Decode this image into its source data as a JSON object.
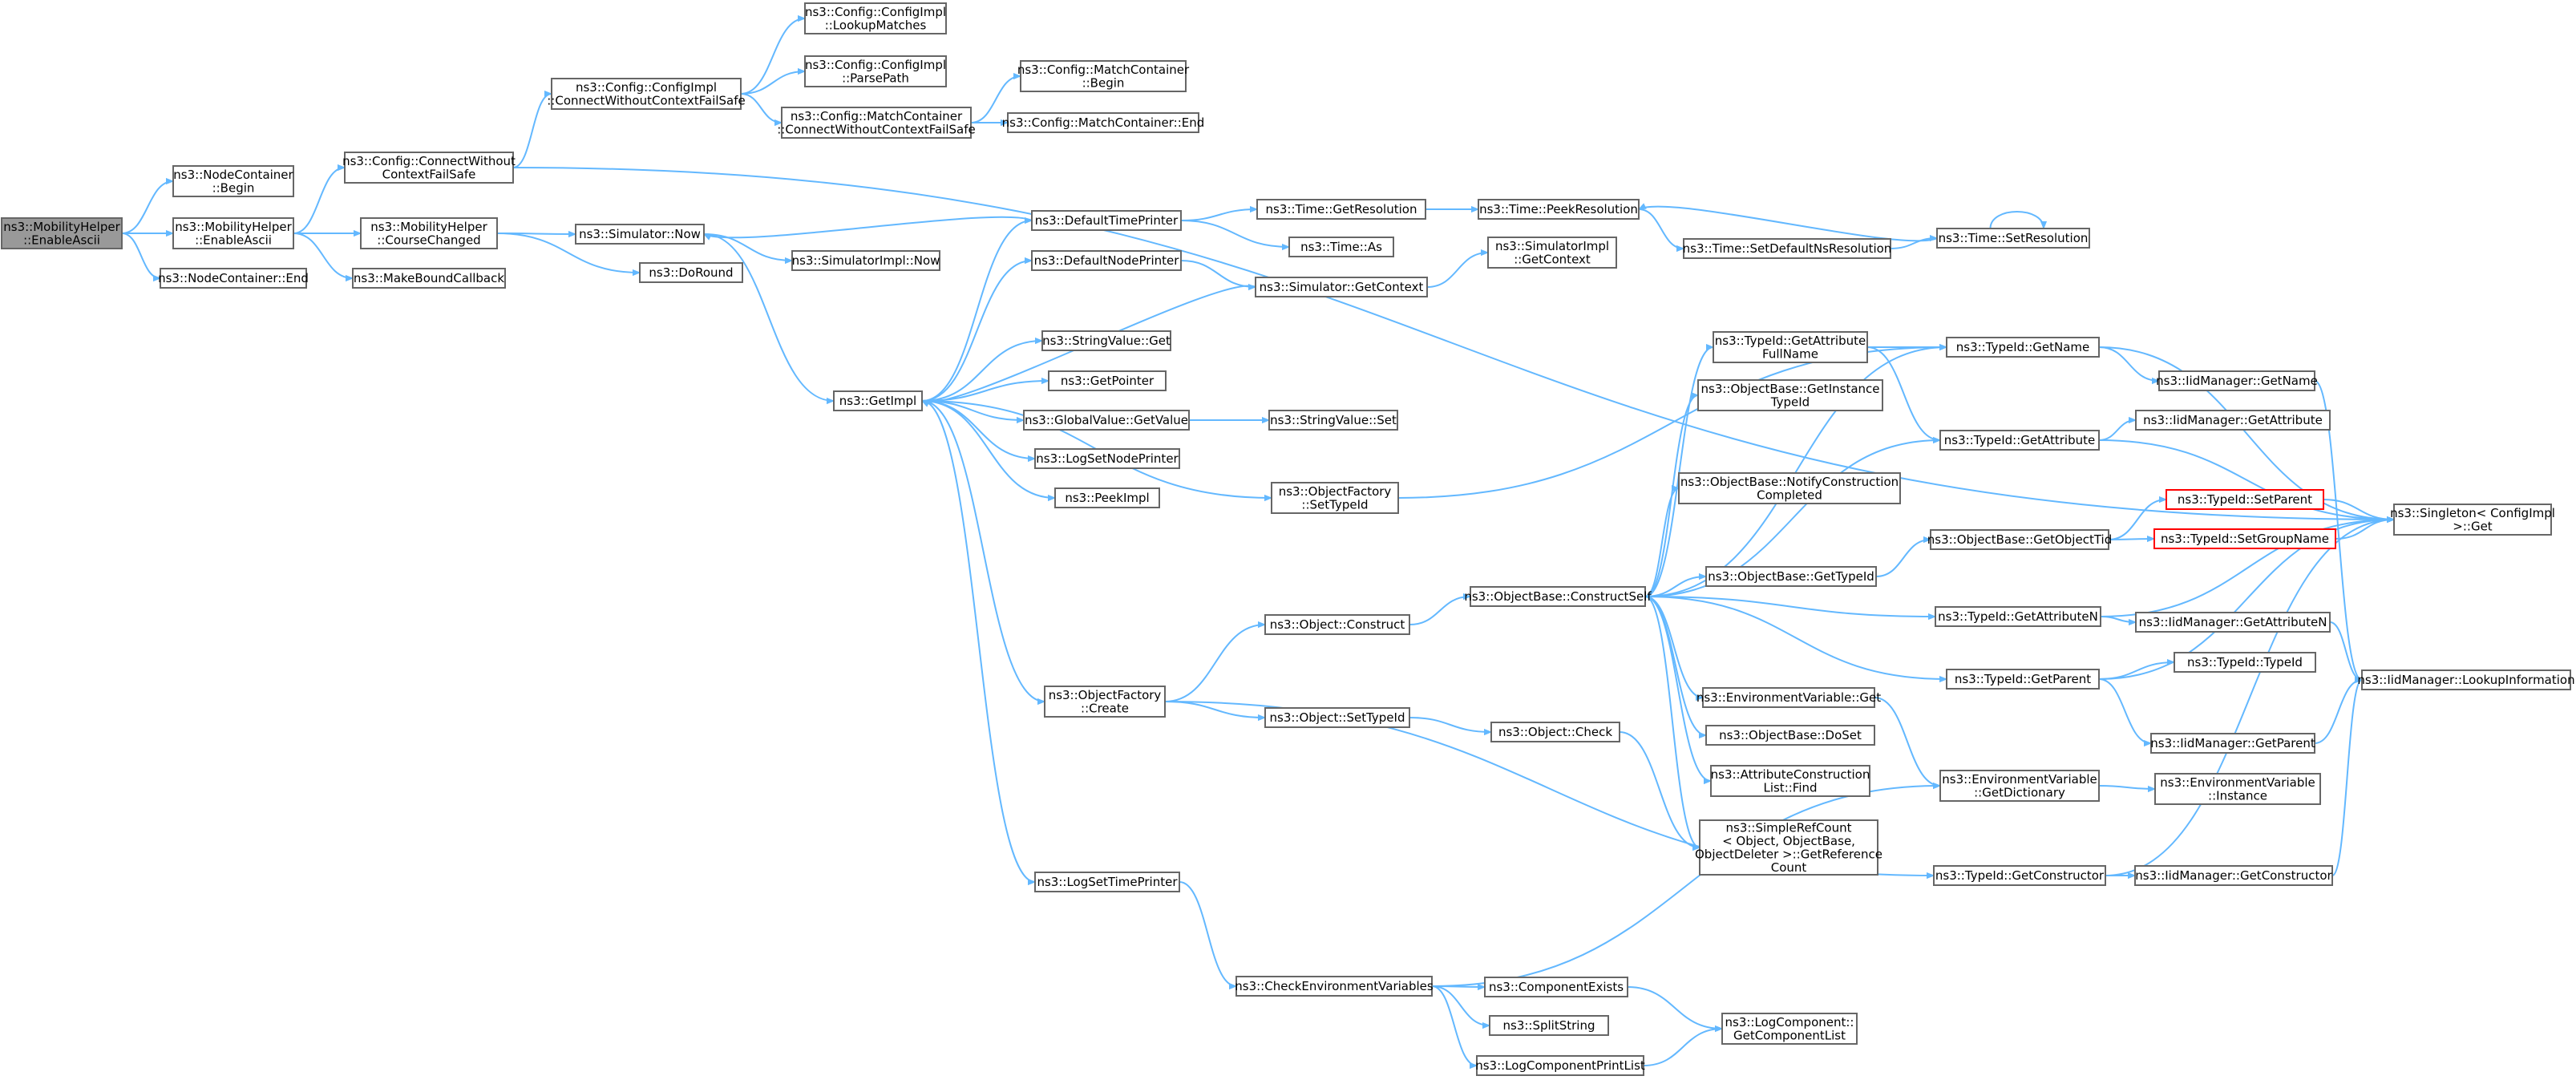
{
  "diagram": {
    "edge_color": "#63b8ff",
    "node_border_color": "#666666",
    "root_fill_color": "#999999",
    "highlight_border_color": "#ff0000",
    "nodes": [
      {
        "id": "root",
        "lines": [
          "ns3::MobilityHelper",
          "::EnableAscii"
        ],
        "root": true
      },
      {
        "id": "nc_begin",
        "lines": [
          "ns3::NodeContainer",
          "::Begin"
        ]
      },
      {
        "id": "mh_enableascii",
        "lines": [
          "ns3::MobilityHelper",
          "::EnableAscii"
        ]
      },
      {
        "id": "nc_end",
        "lines": [
          "ns3::NodeContainer::End"
        ]
      },
      {
        "id": "cfg_connect",
        "lines": [
          "ns3::Config::ConnectWithout",
          "ContextFailSafe"
        ]
      },
      {
        "id": "mh_course",
        "lines": [
          "ns3::MobilityHelper",
          "::CourseChanged"
        ]
      },
      {
        "id": "makebound",
        "lines": [
          "ns3::MakeBoundCallback"
        ]
      },
      {
        "id": "cfgimpl_connect",
        "lines": [
          "ns3::Config::ConfigImpl",
          "::ConnectWithoutContextFailSafe"
        ]
      },
      {
        "id": "cfgimpl_lookup",
        "lines": [
          "ns3::Config::ConfigImpl",
          "::LookupMatches"
        ]
      },
      {
        "id": "cfgimpl_parse",
        "lines": [
          "ns3::Config::ConfigImpl",
          "::ParsePath"
        ]
      },
      {
        "id": "mc_connect",
        "lines": [
          "ns3::Config::MatchContainer",
          "::ConnectWithoutContextFailSafe"
        ]
      },
      {
        "id": "mc_begin",
        "lines": [
          "ns3::Config::MatchContainer",
          "::Begin"
        ]
      },
      {
        "id": "mc_end",
        "lines": [
          "ns3::Config::MatchContainer::End"
        ]
      },
      {
        "id": "sim_now",
        "lines": [
          "ns3::Simulator::Now"
        ]
      },
      {
        "id": "doround",
        "lines": [
          "ns3::DoRound"
        ]
      },
      {
        "id": "simimpl_now",
        "lines": [
          "ns3::SimulatorImpl::Now"
        ]
      },
      {
        "id": "getimpl",
        "lines": [
          "ns3::GetImpl"
        ]
      },
      {
        "id": "deftimeprinter",
        "lines": [
          "ns3::DefaultTimePrinter"
        ]
      },
      {
        "id": "defnodeprinter",
        "lines": [
          "ns3::DefaultNodePrinter"
        ]
      },
      {
        "id": "strval_get",
        "lines": [
          "ns3::StringValue::Get"
        ]
      },
      {
        "id": "getpointer",
        "lines": [
          "ns3::GetPointer"
        ]
      },
      {
        "id": "gv_getvalue",
        "lines": [
          "ns3::GlobalValue::GetValue"
        ]
      },
      {
        "id": "logsetnode",
        "lines": [
          "ns3::LogSetNodePrinter"
        ]
      },
      {
        "id": "peekimpl",
        "lines": [
          "ns3::PeekImpl"
        ]
      },
      {
        "id": "of_settypeid",
        "lines": [
          "ns3::ObjectFactory",
          "::SetTypeId"
        ]
      },
      {
        "id": "of_create",
        "lines": [
          "ns3::ObjectFactory",
          "::Create"
        ]
      },
      {
        "id": "logsettime",
        "lines": [
          "ns3::LogSetTimePrinter"
        ]
      },
      {
        "id": "time_getres",
        "lines": [
          "ns3::Time::GetResolution"
        ]
      },
      {
        "id": "time_as",
        "lines": [
          "ns3::Time::As"
        ]
      },
      {
        "id": "sim_getcontext",
        "lines": [
          "ns3::Simulator::GetContext"
        ]
      },
      {
        "id": "simimpl_getcontext",
        "lines": [
          "ns3::SimulatorImpl",
          "::GetContext"
        ]
      },
      {
        "id": "strval_set",
        "lines": [
          "ns3::StringValue::Set"
        ]
      },
      {
        "id": "time_peekres",
        "lines": [
          "ns3::Time::PeekResolution"
        ]
      },
      {
        "id": "time_setdefns",
        "lines": [
          "ns3::Time::SetDefaultNsResolution"
        ]
      },
      {
        "id": "time_setres",
        "lines": [
          "ns3::Time::SetResolution"
        ]
      },
      {
        "id": "obj_construct",
        "lines": [
          "ns3::Object::Construct"
        ]
      },
      {
        "id": "obj_settypeid",
        "lines": [
          "ns3::Object::SetTypeId"
        ]
      },
      {
        "id": "obj_check",
        "lines": [
          "ns3::Object::Check"
        ]
      },
      {
        "id": "ob_constructself",
        "lines": [
          "ns3::ObjectBase::ConstructSelf"
        ]
      },
      {
        "id": "tid_getattrfull",
        "lines": [
          "ns3::TypeId::GetAttribute",
          "FullName"
        ]
      },
      {
        "id": "ob_getinstancetid",
        "lines": [
          "ns3::ObjectBase::GetInstance",
          "TypeId"
        ]
      },
      {
        "id": "ob_notify",
        "lines": [
          "ns3::ObjectBase::NotifyConstruction",
          "Completed"
        ]
      },
      {
        "id": "ob_gettypeid",
        "lines": [
          "ns3::ObjectBase::GetTypeId"
        ]
      },
      {
        "id": "env_get",
        "lines": [
          "ns3::EnvironmentVariable::Get"
        ]
      },
      {
        "id": "ob_doset",
        "lines": [
          "ns3::ObjectBase::DoSet"
        ]
      },
      {
        "id": "acl_find",
        "lines": [
          "ns3::AttributeConstruction",
          "List::Find"
        ]
      },
      {
        "id": "srefcount",
        "lines": [
          "ns3::SimpleRefCount",
          "< Object, ObjectBase,",
          "ObjectDeleter >::GetReference",
          "Count"
        ]
      },
      {
        "id": "tid_getname",
        "lines": [
          "ns3::TypeId::GetName"
        ]
      },
      {
        "id": "tid_getattr",
        "lines": [
          "ns3::TypeId::GetAttribute"
        ]
      },
      {
        "id": "ob_getobjecttid",
        "lines": [
          "ns3::ObjectBase::GetObjectTid"
        ]
      },
      {
        "id": "tid_getattrn",
        "lines": [
          "ns3::TypeId::GetAttributeN"
        ]
      },
      {
        "id": "tid_getparent",
        "lines": [
          "ns3::TypeId::GetParent"
        ]
      },
      {
        "id": "env_getdict",
        "lines": [
          "ns3::EnvironmentVariable",
          "::GetDictionary"
        ]
      },
      {
        "id": "tid_getconstructor",
        "lines": [
          "ns3::TypeId::GetConstructor"
        ]
      },
      {
        "id": "iid_getname",
        "lines": [
          "ns3::IidManager::GetName"
        ]
      },
      {
        "id": "iid_getattr",
        "lines": [
          "ns3::IidManager::GetAttribute"
        ]
      },
      {
        "id": "tid_setparent",
        "lines": [
          "ns3::TypeId::SetParent"
        ],
        "highlight": true
      },
      {
        "id": "tid_setgroupname",
        "lines": [
          "ns3::TypeId::SetGroupName"
        ],
        "highlight": true
      },
      {
        "id": "iid_getattrn",
        "lines": [
          "ns3::IidManager::GetAttributeN"
        ]
      },
      {
        "id": "tid_typeid",
        "lines": [
          "ns3::TypeId::TypeId"
        ]
      },
      {
        "id": "iid_getparent",
        "lines": [
          "ns3::IidManager::GetParent"
        ]
      },
      {
        "id": "env_instance",
        "lines": [
          "ns3::EnvironmentVariable",
          "::Instance"
        ]
      },
      {
        "id": "iid_getconstructor",
        "lines": [
          "ns3::IidManager::GetConstructor"
        ]
      },
      {
        "id": "singleton_get",
        "lines": [
          "ns3::Singleton< ConfigImpl",
          " >::Get"
        ]
      },
      {
        "id": "iid_lookupinfo",
        "lines": [
          "ns3::IidManager::LookupInformation"
        ]
      },
      {
        "id": "check_env",
        "lines": [
          "ns3::CheckEnvironmentVariables"
        ]
      },
      {
        "id": "comp_exists",
        "lines": [
          "ns3::ComponentExists"
        ]
      },
      {
        "id": "splitstring",
        "lines": [
          "ns3::SplitString"
        ]
      },
      {
        "id": "logcompprintlist",
        "lines": [
          "ns3::LogComponentPrintList"
        ]
      },
      {
        "id": "logcomp_getlist",
        "lines": [
          "ns3::LogComponent::",
          "GetComponentList"
        ]
      }
    ],
    "edges": [
      [
        "root",
        "nc_begin"
      ],
      [
        "root",
        "mh_enableascii"
      ],
      [
        "root",
        "nc_end"
      ],
      [
        "mh_enableascii",
        "cfg_connect"
      ],
      [
        "mh_enableascii",
        "mh_course"
      ],
      [
        "mh_enableascii",
        "makebound"
      ],
      [
        "cfg_connect",
        "cfgimpl_connect"
      ],
      [
        "cfg_connect",
        "singleton_get"
      ],
      [
        "cfgimpl_connect",
        "cfgimpl_lookup"
      ],
      [
        "cfgimpl_connect",
        "cfgimpl_parse"
      ],
      [
        "cfgimpl_connect",
        "mc_connect"
      ],
      [
        "mc_connect",
        "mc_begin"
      ],
      [
        "mc_connect",
        "mc_end"
      ],
      [
        "mh_course",
        "sim_now"
      ],
      [
        "mh_course",
        "doround"
      ],
      [
        "sim_now",
        "simimpl_now"
      ],
      [
        "sim_now",
        "getimpl"
      ],
      [
        "deftimeprinter",
        "sim_now"
      ],
      [
        "deftimeprinter",
        "time_getres"
      ],
      [
        "deftimeprinter",
        "time_as"
      ],
      [
        "defnodeprinter",
        "sim_getcontext"
      ],
      [
        "sim_getcontext",
        "getimpl"
      ],
      [
        "sim_getcontext",
        "simimpl_getcontext"
      ],
      [
        "getimpl",
        "deftimeprinter"
      ],
      [
        "getimpl",
        "defnodeprinter"
      ],
      [
        "getimpl",
        "strval_get"
      ],
      [
        "getimpl",
        "getpointer"
      ],
      [
        "getimpl",
        "gv_getvalue"
      ],
      [
        "getimpl",
        "logsetnode"
      ],
      [
        "getimpl",
        "peekimpl"
      ],
      [
        "getimpl",
        "of_settypeid"
      ],
      [
        "getimpl",
        "of_create"
      ],
      [
        "getimpl",
        "logsettime"
      ],
      [
        "gv_getvalue",
        "strval_set"
      ],
      [
        "time_getres",
        "time_peekres"
      ],
      [
        "time_peekres",
        "time_setdefns"
      ],
      [
        "time_setdefns",
        "time_setres"
      ],
      [
        "time_setres",
        "time_peekres"
      ],
      [
        "time_setres",
        "time_setres"
      ],
      [
        "of_settypeid",
        "tid_getname"
      ],
      [
        "of_create",
        "obj_construct"
      ],
      [
        "of_create",
        "obj_settypeid"
      ],
      [
        "of_create",
        "tid_getconstructor"
      ],
      [
        "obj_construct",
        "ob_constructself"
      ],
      [
        "obj_settypeid",
        "obj_check"
      ],
      [
        "obj_check",
        "srefcount"
      ],
      [
        "ob_constructself",
        "tid_getattrfull"
      ],
      [
        "ob_constructself",
        "ob_getinstancetid"
      ],
      [
        "ob_constructself",
        "ob_notify"
      ],
      [
        "ob_constructself",
        "tid_getname"
      ],
      [
        "ob_constructself",
        "tid_getattr"
      ],
      [
        "ob_constructself",
        "ob_gettypeid"
      ],
      [
        "ob_constructself",
        "tid_getattrn"
      ],
      [
        "ob_constructself",
        "tid_getparent"
      ],
      [
        "ob_constructself",
        "env_get"
      ],
      [
        "ob_constructself",
        "ob_doset"
      ],
      [
        "ob_constructself",
        "acl_find"
      ],
      [
        "ob_constructself",
        "srefcount"
      ],
      [
        "tid_getattrfull",
        "tid_getname"
      ],
      [
        "tid_getattrfull",
        "tid_getattr"
      ],
      [
        "tid_getname",
        "iid_getname"
      ],
      [
        "tid_getname",
        "singleton_get"
      ],
      [
        "tid_getattr",
        "iid_getattr"
      ],
      [
        "tid_getattr",
        "singleton_get"
      ],
      [
        "ob_gettypeid",
        "ob_getobjecttid"
      ],
      [
        "ob_getobjecttid",
        "tid_setparent"
      ],
      [
        "ob_getobjecttid",
        "tid_setgroupname"
      ],
      [
        "tid_setparent",
        "singleton_get"
      ],
      [
        "tid_setgroupname",
        "singleton_get"
      ],
      [
        "tid_getattrn",
        "iid_getattrn"
      ],
      [
        "tid_getattrn",
        "singleton_get"
      ],
      [
        "tid_getparent",
        "tid_typeid"
      ],
      [
        "tid_getparent",
        "iid_getparent"
      ],
      [
        "tid_getparent",
        "singleton_get"
      ],
      [
        "env_get",
        "env_getdict"
      ],
      [
        "env_getdict",
        "env_instance"
      ],
      [
        "tid_getconstructor",
        "iid_getconstructor"
      ],
      [
        "tid_getconstructor",
        "singleton_get"
      ],
      [
        "iid_getname",
        "iid_lookupinfo"
      ],
      [
        "iid_getattrn",
        "iid_lookupinfo"
      ],
      [
        "iid_getparent",
        "iid_lookupinfo"
      ],
      [
        "iid_getconstructor",
        "iid_lookupinfo"
      ],
      [
        "logsettime",
        "check_env"
      ],
      [
        "check_env",
        "env_getdict"
      ],
      [
        "check_env",
        "comp_exists"
      ],
      [
        "check_env",
        "splitstring"
      ],
      [
        "check_env",
        "logcompprintlist"
      ],
      [
        "comp_exists",
        "logcomp_getlist"
      ],
      [
        "logcompprintlist",
        "logcomp_getlist"
      ]
    ]
  }
}
